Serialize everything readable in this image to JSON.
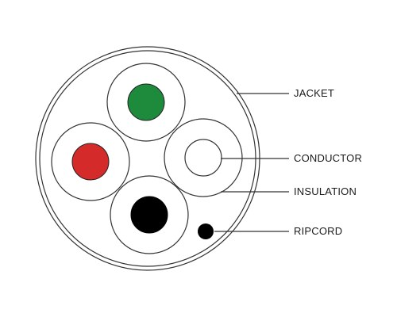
{
  "labels": {
    "jacket": "JACKET",
    "conductor": "CONDUCTOR",
    "insulation": "INSULATION",
    "ripcord": "RIPCORD"
  },
  "conductors": [
    {
      "name": "top",
      "color": "#1e8a3c"
    },
    {
      "name": "left",
      "color": "#d42a2a"
    },
    {
      "name": "right",
      "color": "#ffffff"
    },
    {
      "name": "bottom",
      "color": "#000000"
    }
  ],
  "colors": {
    "line": "#333333",
    "ripcord": "#000000",
    "background": "#ffffff"
  }
}
